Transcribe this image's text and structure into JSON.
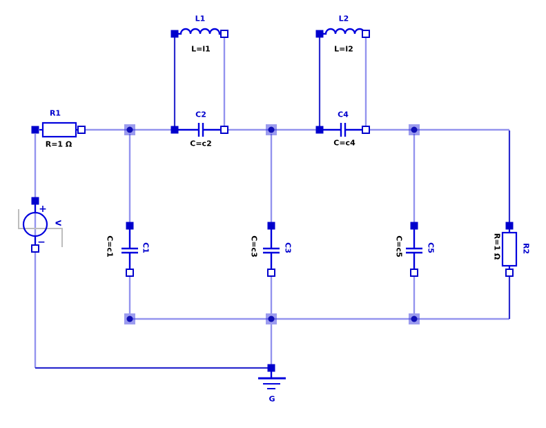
{
  "diagram_type": "circuit-schematic",
  "colors": {
    "component_blue": "#0000dd",
    "pin_fill_blue": "#0000cc",
    "wire_light": "#9393ee",
    "wire_dark": "#2a2ace",
    "junction_fill": "#3a3ae0",
    "junction_dot": "#0f0fb4",
    "label_blue": "#0000cd",
    "label_black": "#000000",
    "step_gray": "#bdbdbd",
    "background": "#ffffff"
  },
  "components": {
    "r1": {
      "name": "R1",
      "value": "R=1 Ω"
    },
    "l1": {
      "name": "L1",
      "value": "L=l1"
    },
    "c2": {
      "name": "C2",
      "value": "C=c2"
    },
    "l2": {
      "name": "L2",
      "value": "L=l2"
    },
    "c4": {
      "name": "C4",
      "value": "C=c4"
    },
    "c1": {
      "name": "C1",
      "value": "C=c1"
    },
    "c3": {
      "name": "C3",
      "value": "C=c3"
    },
    "c5": {
      "name": "C5",
      "value": "C=c5"
    },
    "r2": {
      "name": "R2",
      "value": "R=1 Ω"
    },
    "source": {
      "label": "V",
      "plus": "+",
      "minus": "−"
    },
    "ground": {
      "name": "G"
    }
  }
}
